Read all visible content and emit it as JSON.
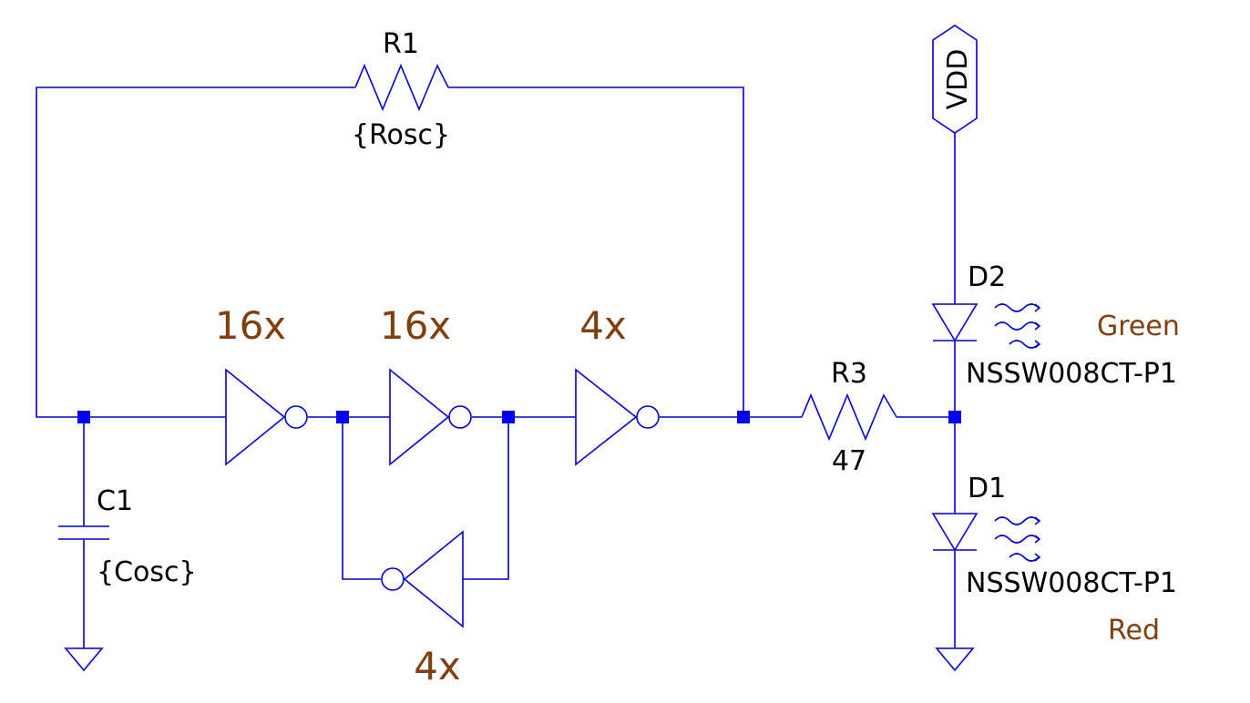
{
  "components": {
    "r1": {
      "ref": "R1",
      "value": "{Rosc}"
    },
    "r3": {
      "ref": "R3",
      "value": "47"
    },
    "c1": {
      "ref": "C1",
      "value": "{Cosc}"
    },
    "d1": {
      "ref": "D1",
      "value": "NSSW008CT-P1",
      "note": "Red"
    },
    "d2": {
      "ref": "D2",
      "value": "NSSW008CT-P1",
      "note": "Green"
    },
    "vdd": {
      "label": "VDD"
    }
  },
  "inverters": {
    "inv1": {
      "label": "16x"
    },
    "inv2": {
      "label": "16x"
    },
    "inv3": {
      "label": "4x"
    },
    "inv4": {
      "label": "4x"
    }
  },
  "colors": {
    "wire": "#0000cc",
    "junction": "#0000ee",
    "annotation": "#7f3f0f",
    "text": "#000000"
  }
}
